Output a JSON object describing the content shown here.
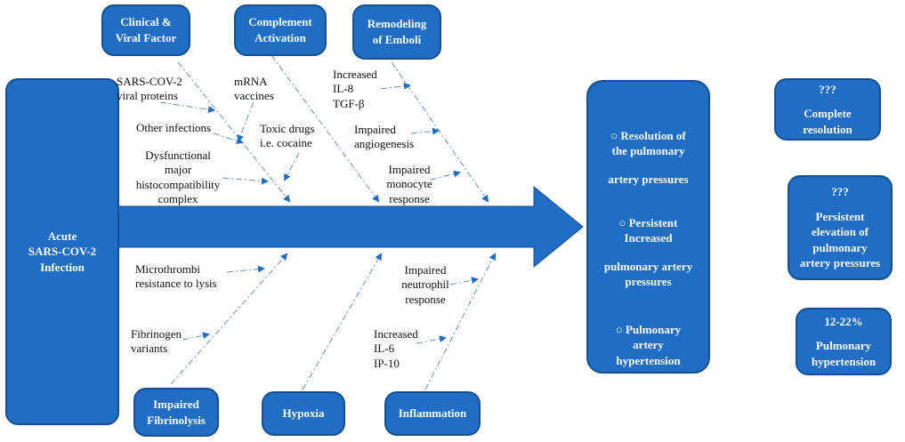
{
  "start_box": {
    "lines": "Acute\nSARS-COV-2\nInfection"
  },
  "top_categories": [
    {
      "label": "Clinical &\nViral Factor"
    },
    {
      "label": "Complement\nActivation"
    },
    {
      "label": "Remodeling\nof Emboli"
    }
  ],
  "bottom_categories": [
    {
      "label": "Impaired\nFibrinolysis"
    },
    {
      "label": "Hypoxia"
    },
    {
      "label": "Inflammation"
    }
  ],
  "causes": {
    "sars_proteins": "SARS-COV-2\nviral proteins",
    "other_infections": "Other infections",
    "dysfunctional_mhc": "Dysfunctional\nmajor\nhistocompatibility\ncomplex",
    "mrna_vaccines": "mRNA\nvaccines",
    "toxic_drugs": "Toxic drugs\ni.e. cocaine",
    "increased_il8": "Increased\nIL-8\nTGF-β",
    "impaired_angiogenesis": "Impaired\nangiogenesis",
    "impaired_monocyte": "Impaired\nmonocyte\nresponse",
    "microthrombi": "Microthrombi\nresistance to lysis",
    "fibrinogen": "Fibrinogen\nvariants",
    "impaired_neutrophil": "Impaired\nneutrophil\nresponse",
    "increased_il6": "Increased\nIL-6\nIP-10"
  },
  "outcomes": [
    {
      "line1": "○  Resolution of\nthe pulmonary",
      "line2": "artery pressures"
    },
    {
      "line1": "○  Persistent\nIncreased",
      "line2": "pulmonary artery\npressures"
    },
    {
      "line1": "○  Pulmonary\nartery\nhypertension",
      "line2": ""
    }
  ],
  "results": [
    {
      "stat": "???",
      "label": "Complete\nresolution"
    },
    {
      "stat": "???",
      "label": "Persistent\nelevation of\npulmonary\nartery pressures"
    },
    {
      "stat": "12-22%",
      "label": "Pulmonary\nhypertension"
    }
  ],
  "colors": {
    "box_fill": "#1f6dc4",
    "box_border": "#14508f",
    "line": "#6b8fb8",
    "arrow": "#1f6dc4"
  }
}
